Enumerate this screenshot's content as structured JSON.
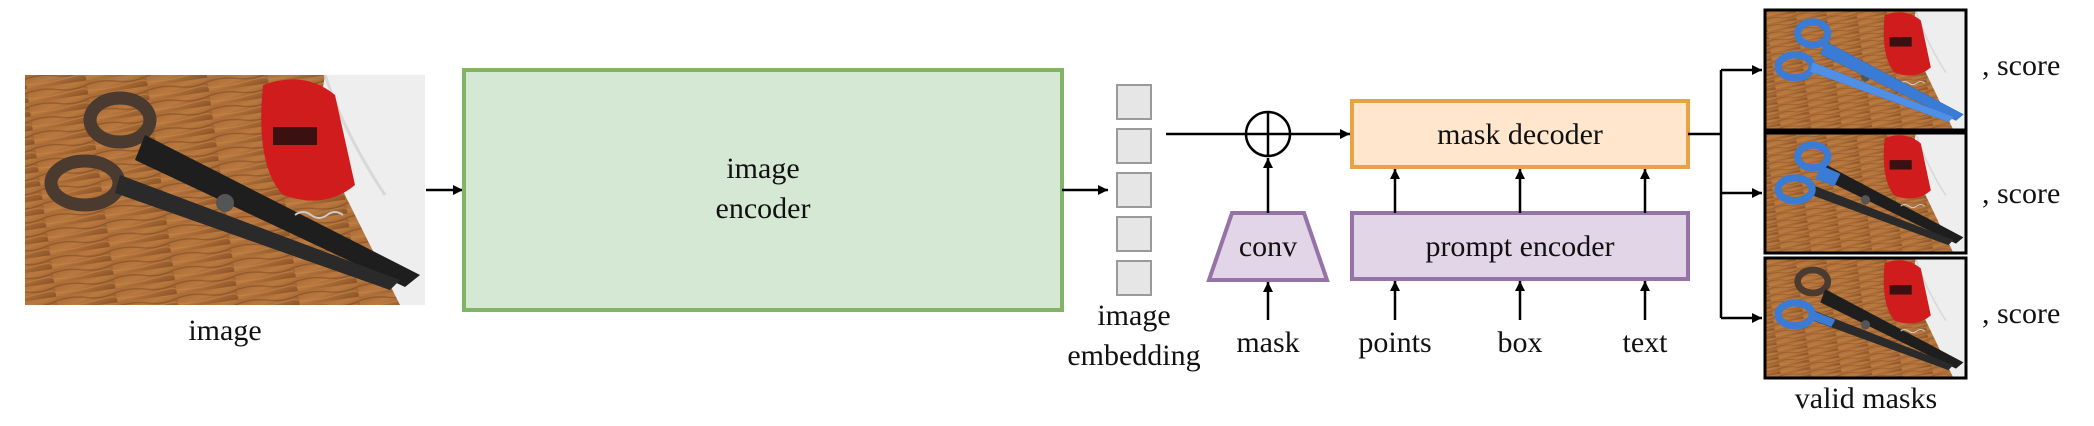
{
  "input": {
    "label": "image"
  },
  "encoder": {
    "line1": "image",
    "line2": "encoder",
    "fill": "#d5e8d4",
    "stroke": "#82b366"
  },
  "embedding": {
    "line1": "image",
    "line2": "embedding",
    "cells": 5
  },
  "conv": {
    "label": "conv",
    "input_label": "mask",
    "fill": "#e1d5e7",
    "stroke": "#9673a6"
  },
  "decoder": {
    "label": "mask decoder",
    "fill": "#ffe6cc",
    "stroke": "#e6a245"
  },
  "prompt_encoder": {
    "label": "prompt encoder",
    "fill": "#e1d5e7",
    "stroke": "#9673a6",
    "inputs": [
      "points",
      "box",
      "text"
    ]
  },
  "outputs": {
    "score_label": ", score",
    "caption": "valid masks",
    "count": 3
  }
}
